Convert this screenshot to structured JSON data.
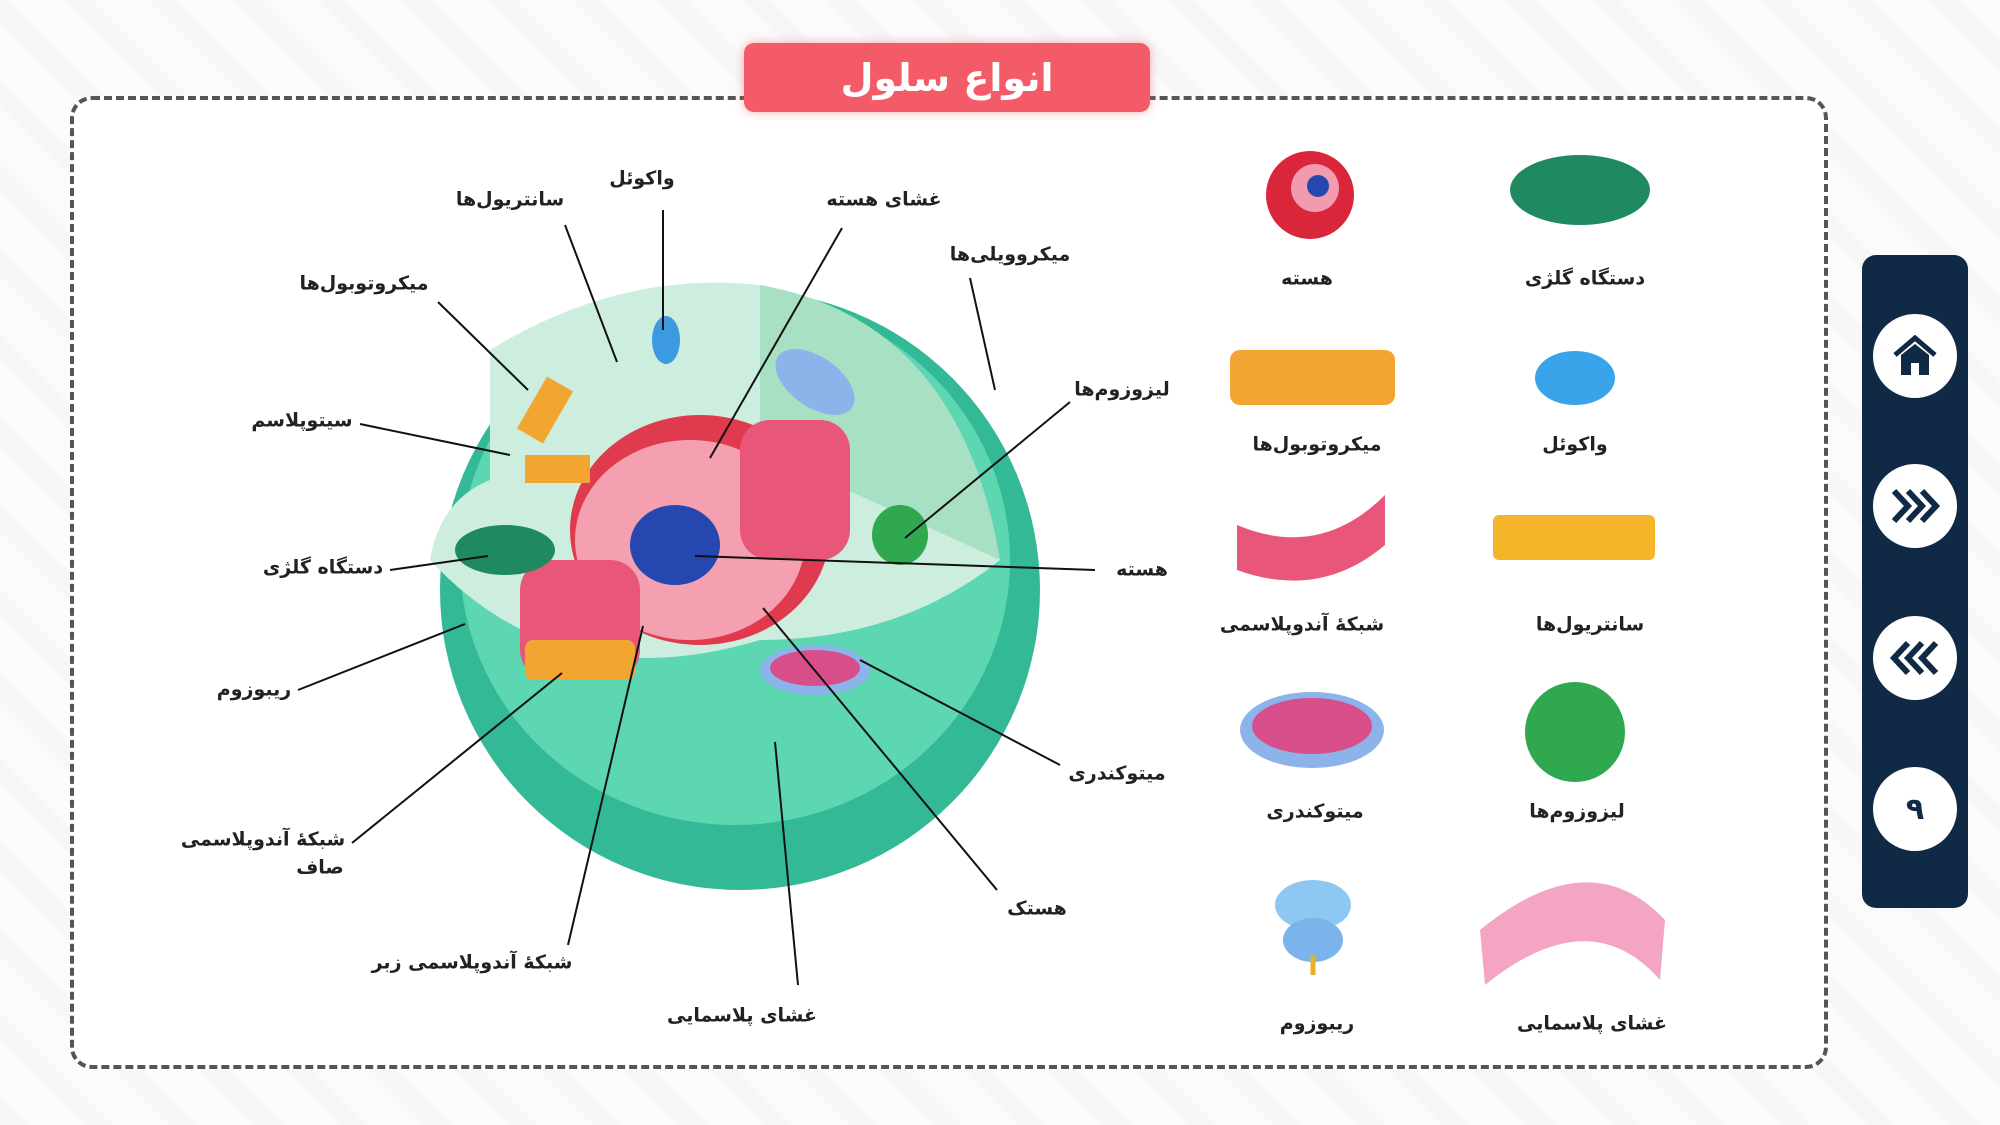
{
  "title": "انواع سلول",
  "diagram_labels": {
    "centrioles": "سانتریول‌ها",
    "vacuole": "واکوئل",
    "nuclear_membrane": "غشای هسته",
    "microvilli": "میکروویلی‌ها",
    "microtubules": "میکروتوبول‌ها",
    "lysosomes": "لیزوزوم‌ها",
    "cytoplasm": "سیتوپلاسم",
    "nucleus": "هسته",
    "golgi": "دستگاه گلژی",
    "ribosome": "ریبوزوم",
    "mitochondria": "میتوکندری",
    "smooth_er_1": "شبکهٔ آندوپلاسمی",
    "smooth_er_2": "صاف",
    "nucleolus": "هستک",
    "rough_er": "شبکهٔ آندوپلاسمی زبر",
    "plasma_membrane": "غشای پلاسمایی"
  },
  "organelles": [
    {
      "label": "دستگاه گلژی",
      "icon": "golgi-icon"
    },
    {
      "label": "هسته",
      "icon": "nucleus-icon"
    },
    {
      "label": "واکوئل",
      "icon": "vacuole-icon"
    },
    {
      "label": "میکروتوبول‌ها",
      "icon": "microtubules-icon"
    },
    {
      "label": "سانتریول‌ها",
      "icon": "centrioles-icon"
    },
    {
      "label": "شبکهٔ آندوپلاسمی",
      "icon": "er-icon"
    },
    {
      "label": "لیزوزوم‌ها",
      "icon": "lysosome-icon"
    },
    {
      "label": "میتوکندری",
      "icon": "mitochondria-icon"
    },
    {
      "label": "غشای پلاسمایی",
      "icon": "plasma-membrane-icon"
    },
    {
      "label": "ریبوزوم",
      "icon": "ribosome-icon"
    }
  ],
  "nav": {
    "home": "home-icon",
    "next": "next-icon",
    "prev": "prev-icon",
    "page": "۹"
  },
  "colors": {
    "title_bg": "#f45b69",
    "nav_bg": "#102a45",
    "cell": "#3fc4a0"
  }
}
